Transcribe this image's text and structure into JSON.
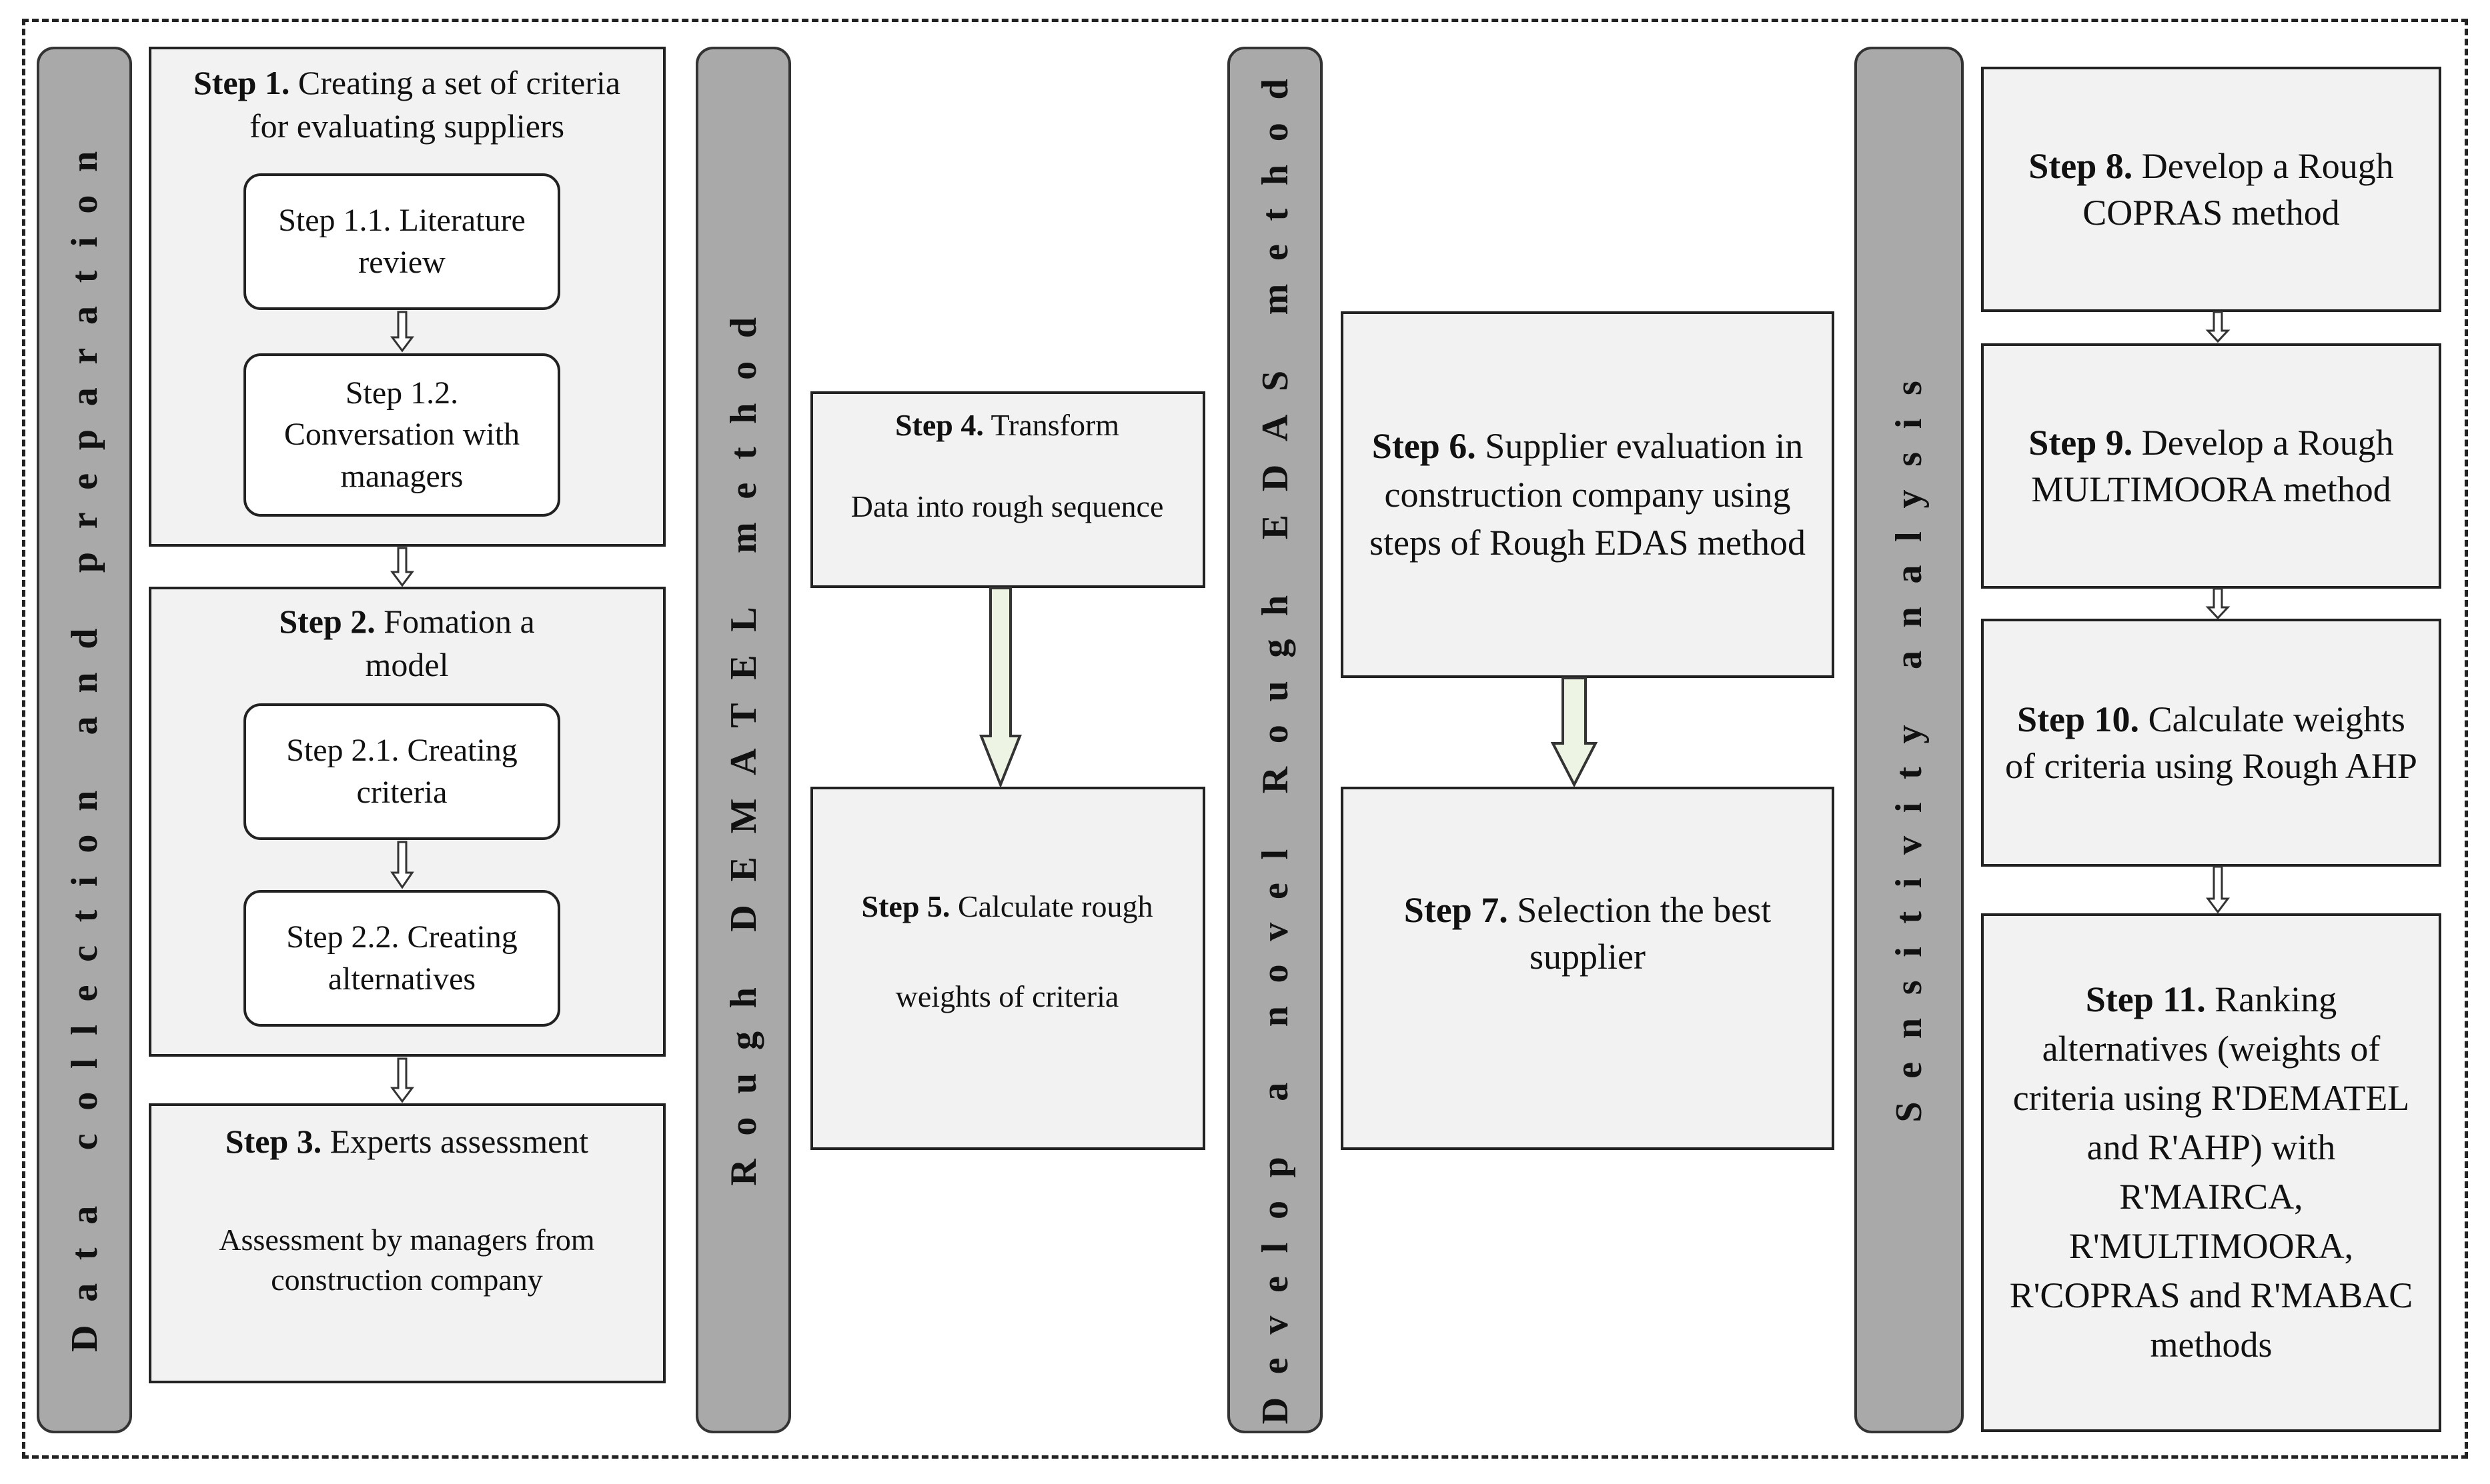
{
  "bars": {
    "data_collection": "Data collection and preparation",
    "rough_dematel": "Rough DEMATEL method",
    "rough_edas": "Develop a novel Rough EDAS method",
    "sensitivity": "Sensitivity analysis"
  },
  "step1": {
    "label": "Step 1.",
    "text": "Creating a set of criteria for evaluating suppliers",
    "sub1": "Step 1.1. Literature review",
    "sub2": "Step 1.2. Conversation with managers"
  },
  "step2": {
    "label": "Step 2.",
    "text": "Fomation a model",
    "sub1": "Step 2.1. Creating criteria",
    "sub2": "Step 2.2. Creating alternatives"
  },
  "step3": {
    "label": "Step 3.",
    "text": "Experts assessment",
    "detail": "Assessment by managers from construction company"
  },
  "step4": {
    "label": "Step 4.",
    "text": "Transform",
    "detail": "Data into rough sequence"
  },
  "step5": {
    "label": "Step 5.",
    "text": "Calculate rough",
    "detail": "weights of criteria"
  },
  "step6": {
    "label": "Step 6.",
    "text": "Supplier evaluation in construction company using steps of Rough EDAS method"
  },
  "step7": {
    "label": "Step 7.",
    "text": "Selection the best supplier"
  },
  "step8": {
    "label": "Step 8.",
    "text": "Develop a Rough COPRAS method"
  },
  "step9": {
    "label": "Step 9.",
    "text": "Develop a Rough MULTIMOORA method"
  },
  "step10": {
    "label": "Step 10.",
    "text": "Calculate weights of criteria using Rough AHP"
  },
  "step11": {
    "label": "Step 11.",
    "text": "Ranking alternatives (weights of criteria using R'DEMATEL and R'AHP) with R'MAIRCA, R'MULTIMOORA, R'COPRAS and R'MABAC methods"
  }
}
